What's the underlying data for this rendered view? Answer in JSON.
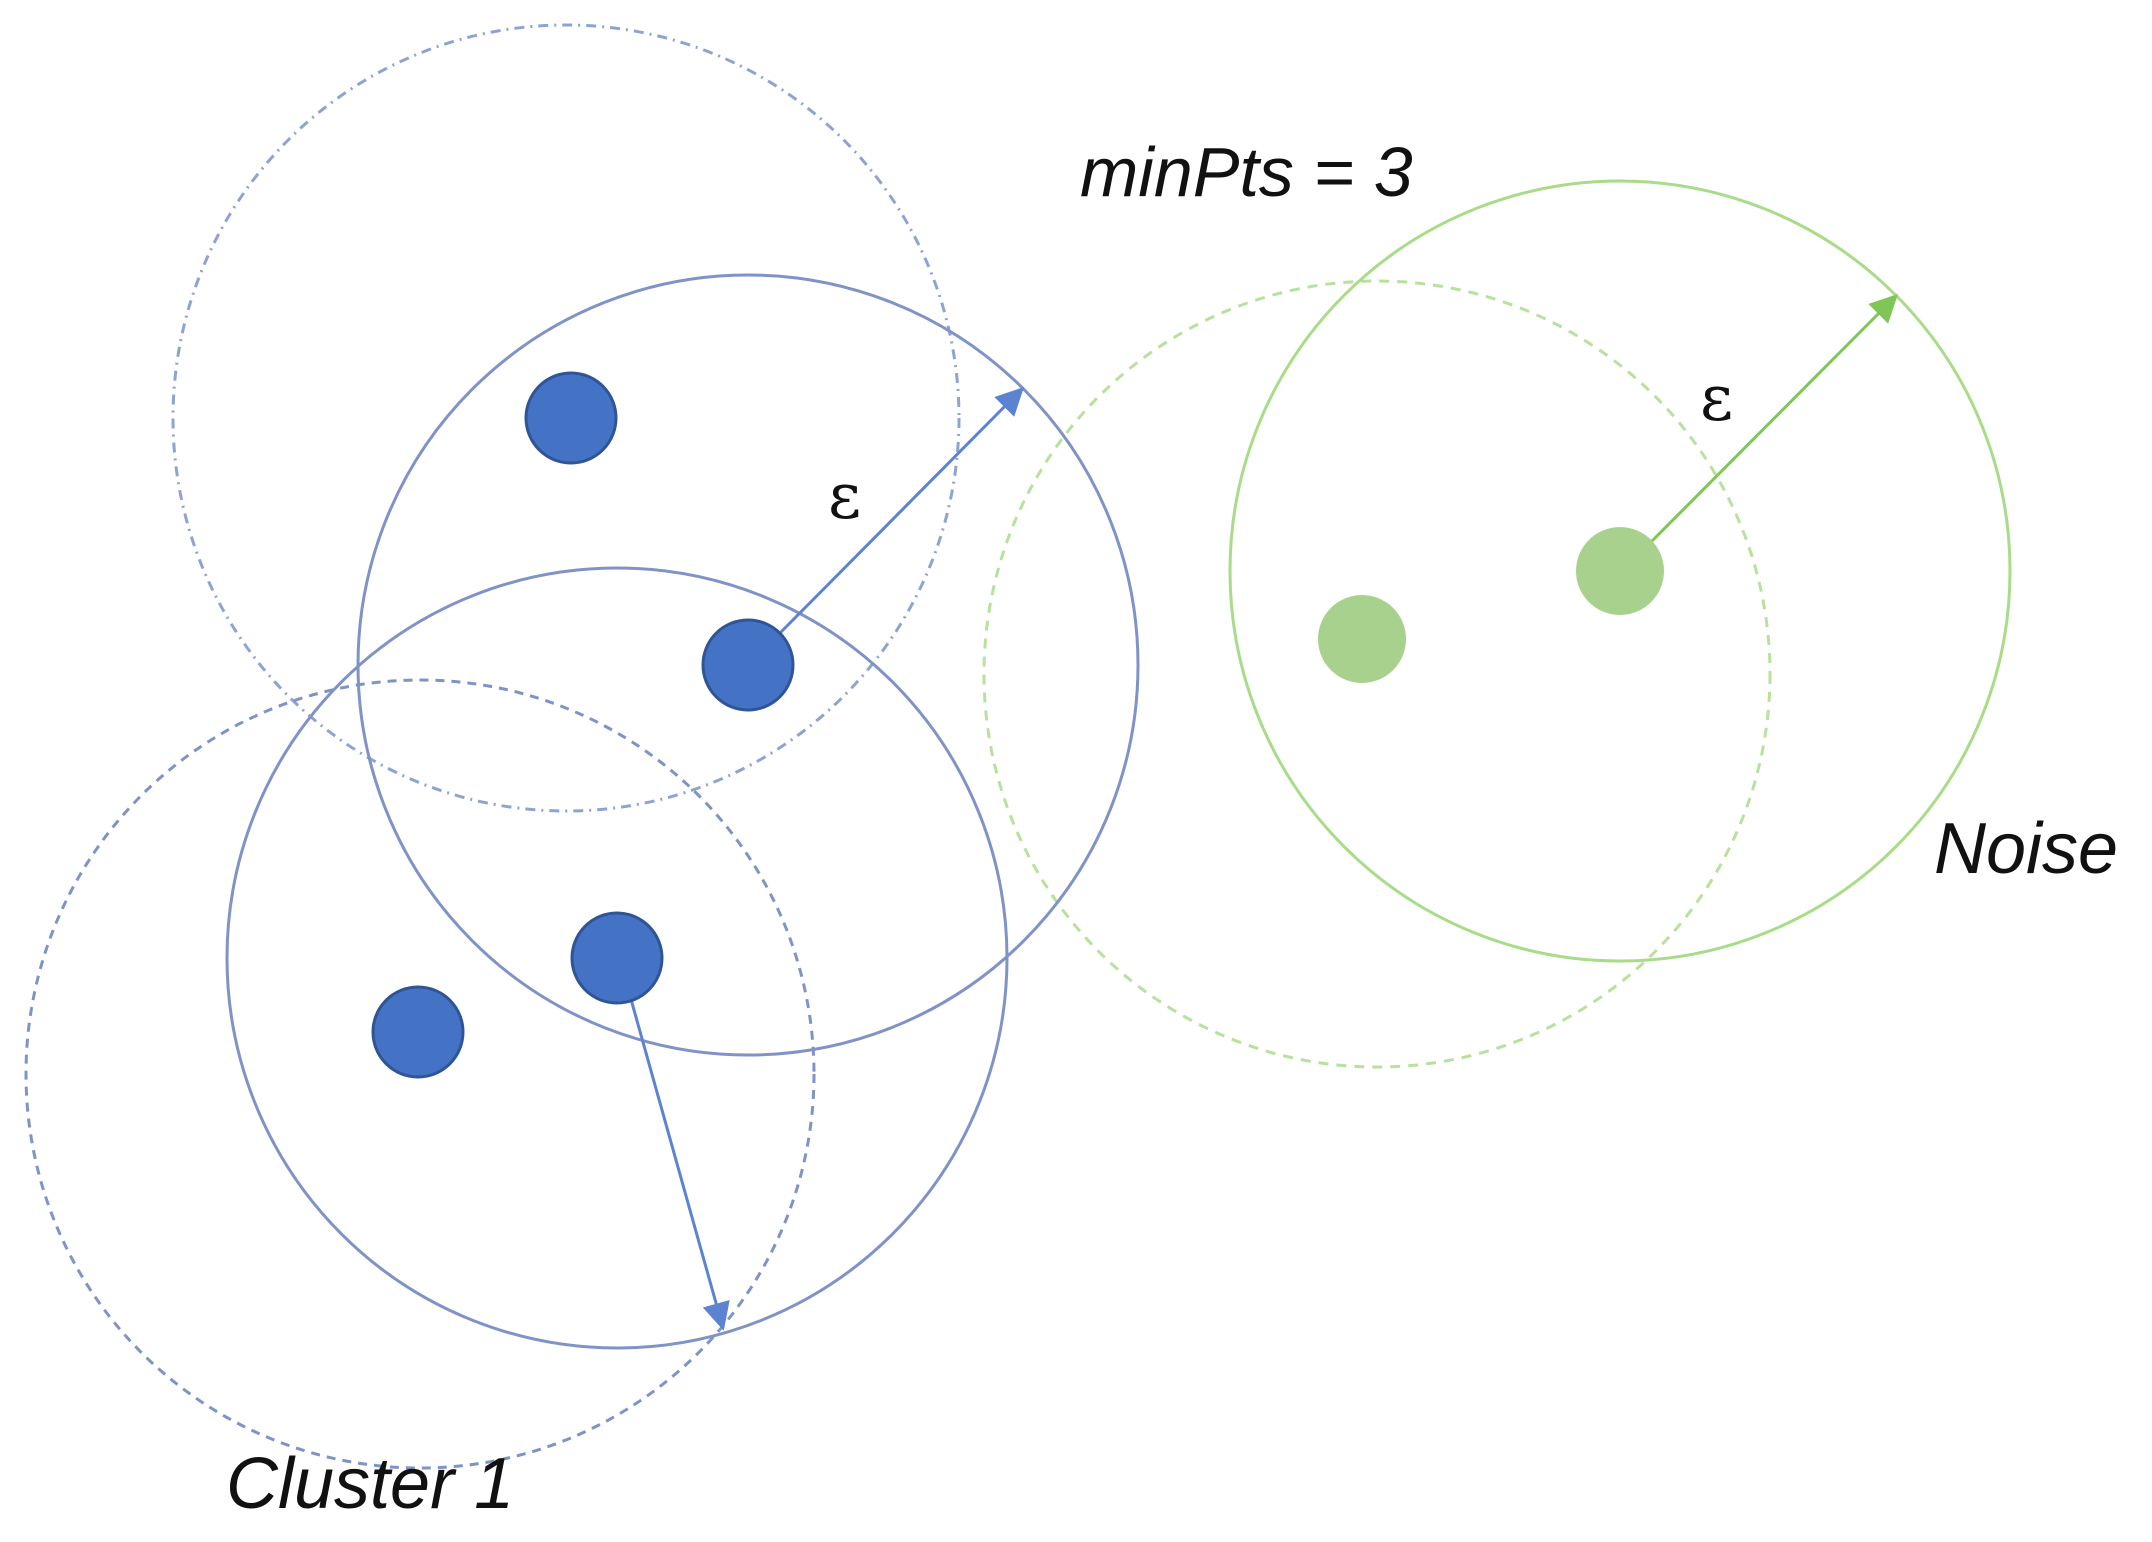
{
  "labels": {
    "min_pts": "minPts = 3",
    "epsilon_blue": "ε",
    "epsilon_green": "ε",
    "cluster": "Cluster 1",
    "noise": "Noise"
  },
  "colors": {
    "blue_point": "#4472c4",
    "blue_point_edge": "#2f5597",
    "blue_circle": "#7f93c6",
    "blue_arrow": "#5b83d1",
    "green_point": "#a9d18e",
    "green_circle": "#a9dc88",
    "text": "#111111",
    "background": "#ffffff"
  }
}
